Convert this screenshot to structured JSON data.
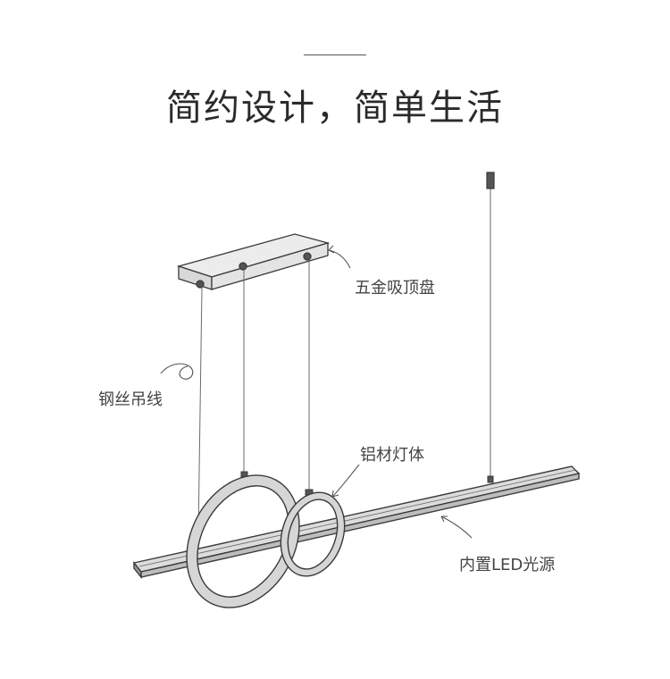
{
  "header": {
    "title": "简约设计，简单生活"
  },
  "callouts": {
    "canopy": "五金吸顶盘",
    "wire": "钢丝吊线",
    "body": "铝材灯体",
    "light_source": "内置LED光源"
  },
  "colors": {
    "line": "#3a3a3a",
    "text": "#444444",
    "background": "#ffffff"
  }
}
